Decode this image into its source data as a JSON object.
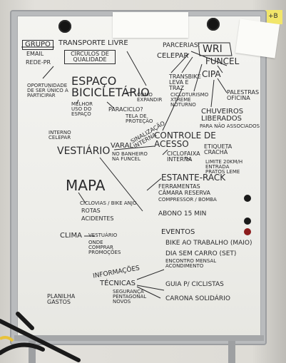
{
  "board": {
    "grupo": "GRUPO",
    "email": "EMAIL",
    "rede": "REDE-PR",
    "transporte": "TRANSPORTE LIVRE",
    "circulos": "CÍRCULOS DE QUALIDADE",
    "parcerias": "PARCERIAS:",
    "wri": "WRI",
    "celepar1": "CELEPAR",
    "funcel": "FUNCEL",
    "cipa": "CIPA",
    "oportunidade": "OPORTUNIDADE DE SER ÚNICO A PARTICIPAR",
    "espaco": "ESPAÇO BICICLETÁRIO",
    "comoexpandir": "COMO EXPANDIR",
    "melhoruso": "MELHOR USO DO ESPAÇO",
    "paraciclo": "PARACICLO?",
    "teladeprotecao": "TELA DE PROTEÇÃO",
    "transbike": "TRANSBIKE LEVA E TRAZ",
    "cicloturismo": "CICLOTURISMO XTREME NOTURNO",
    "palestras": "PALESTRAS OFICINA",
    "chuveiros": "CHUVEIROS LIBERADOS",
    "paranao": "PARA NÃO ASSOCIADOS",
    "internocelepar": "INTERNO CELEPAR",
    "vestiario": "VESTIÁRIO",
    "varal": "VARAL",
    "varalsub": "NO BANHEIRO NA FUNCEL",
    "sinalizacao": "SINALIZAÇÃO INTERNA",
    "controle": "CONTROLE DE ACESSO",
    "etiqueta": "ETIQUETA CRACHÁ",
    "ciclofaixa": "CICLOFAIXA INTERNA",
    "limite": "LIMITE 20KM/H ENTRADA PRATOS LEME",
    "mapa": "MAPA",
    "ciclovias": "CICLOVIAS / BIKE ANJO",
    "rotas": "ROTAS",
    "acidentes": "ACIDENTES",
    "estante": "ESTANTE-RACK",
    "ferramentas": "FERRAMENTAS",
    "camara": "CÂMARA RESERVA",
    "compressor": "COMPRESSOR / BOMBA",
    "abono": "ABONO 15 MIN",
    "clima": "CLIMA",
    "vestuario": "VESTUÁRIO",
    "ondecomprar": "ONDE COMPRAR PROMOÇÕES",
    "eventos": "EVENTOS",
    "biketrabalho": "BIKE AO TRABALHO (MAIO)",
    "diasemcarro": "DIA SEM CARRO (SET)",
    "encontro": "ENCONTRO MENSAL ACONDIMENTO",
    "informacoes": "INFORMAÇÕES",
    "tecnicas": "TÉCNICAS",
    "seguranca": "SEGURANÇA PENTAGONAL NOVOS",
    "guia": "GUIA P/ CICLISTAS",
    "carona": "CARONA SOLIDÁRIO",
    "planilha": "PLANILHA GASTOS",
    "corner": "+B"
  },
  "colors": {
    "marker": "#2a2a2c",
    "board": "#f1f1ee",
    "frame": "#b9bbbd",
    "bike": "#1a1a1a",
    "yellow": "#e8c23a",
    "red": "#8c1c1c"
  }
}
